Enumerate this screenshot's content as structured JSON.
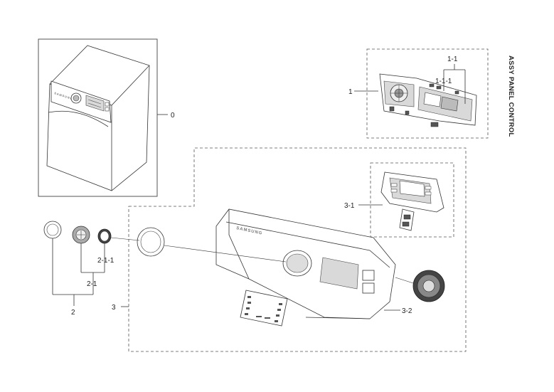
{
  "title": "ASSY PANEL CONTROL",
  "callouts": {
    "c0": "0",
    "c1": "1",
    "c1_1": "1-1",
    "c1_1_1": "1-1-1",
    "c2": "2",
    "c2_1": "2-1",
    "c2_1_1": "2-1-1",
    "c3": "3",
    "c3_1": "3-1",
    "c3_2": "3-2"
  },
  "brand": "SAMSUNG"
}
